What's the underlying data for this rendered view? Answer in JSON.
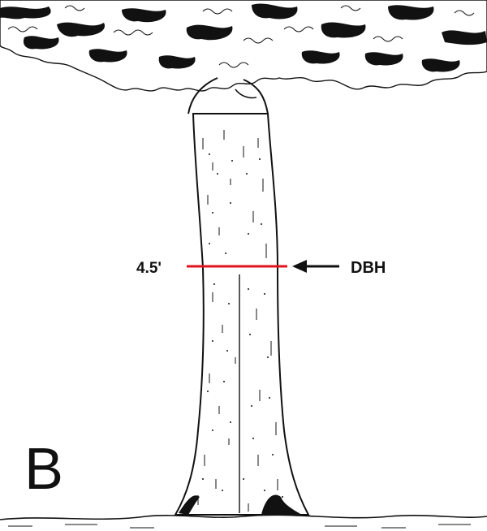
{
  "figure": {
    "panel_label": "B",
    "height_label": "4.5'",
    "dbh_label": "DBH",
    "colors": {
      "ink": "#111111",
      "measure_line": "#e0141e",
      "background": "#ffffff"
    },
    "icons": {
      "arrow": "arrow-left-icon",
      "tree": "tree-illustration"
    }
  }
}
